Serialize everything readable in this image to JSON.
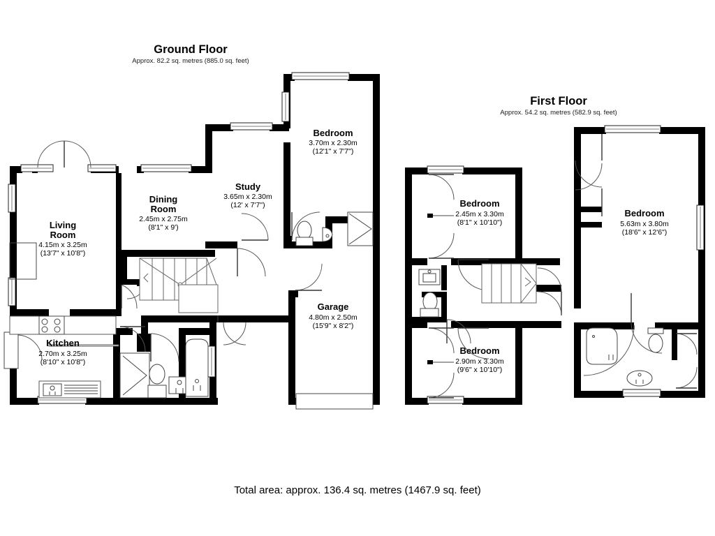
{
  "document": {
    "type": "floor-plan",
    "total_area_label": "Total area: approx. 136.4 sq. metres (1467.9 sq. feet)"
  },
  "floors": [
    {
      "id": "ground",
      "title": "Ground Floor",
      "area_label": "Approx. 82.2 sq. metres (885.0 sq. feet)",
      "rooms": [
        {
          "id": "living-room",
          "name_line1": "Living",
          "name_line2": "Room",
          "dim_metric": "4.15m x 3.25m",
          "dim_imperial": "(13'7\" x 10'8\")"
        },
        {
          "id": "dining-room",
          "name_line1": "Dining",
          "name_line2": "Room",
          "dim_metric": "2.45m x 2.75m",
          "dim_imperial": "(8'1\" x 9')"
        },
        {
          "id": "kitchen",
          "name_line1": "Kitchen",
          "name_line2": "",
          "dim_metric": "2.70m x 3.25m",
          "dim_imperial": "(8'10\" x 10'8\")"
        },
        {
          "id": "study",
          "name_line1": "Study",
          "name_line2": "",
          "dim_metric": "3.65m x 2.30m",
          "dim_imperial": "(12' x 7'7\")"
        },
        {
          "id": "bedroom-ground",
          "name_line1": "Bedroom",
          "name_line2": "",
          "dim_metric": "3.70m x 2.30m",
          "dim_imperial": "(12'1\" x 7'7\")"
        },
        {
          "id": "garage",
          "name_line1": "Garage",
          "name_line2": "",
          "dim_metric": "4.80m x 2.50m",
          "dim_imperial": "(15'9\" x 8'2\")"
        }
      ]
    },
    {
      "id": "first",
      "title": "First Floor",
      "area_label": "Approx. 54.2 sq. metres (582.9 sq. feet)",
      "rooms": [
        {
          "id": "bedroom-front-left",
          "name_line1": "Bedroom",
          "name_line2": "",
          "dim_metric": "2.45m x 3.30m",
          "dim_imperial": "(8'1\" x 10'10\")"
        },
        {
          "id": "bedroom-master",
          "name_line1": "Bedroom",
          "name_line2": "",
          "dim_metric": "5.63m x 3.80m",
          "dim_imperial": "(18'6\" x 12'6\")"
        },
        {
          "id": "bedroom-rear-left",
          "name_line1": "Bedroom",
          "name_line2": "",
          "dim_metric": "2.90m x 3.30m",
          "dim_imperial": "(9'6\" x 10'10\")"
        }
      ]
    }
  ],
  "colors": {
    "wall": "#000000",
    "background": "#ffffff",
    "text": "#000000",
    "fixture_stroke": "#444444"
  }
}
